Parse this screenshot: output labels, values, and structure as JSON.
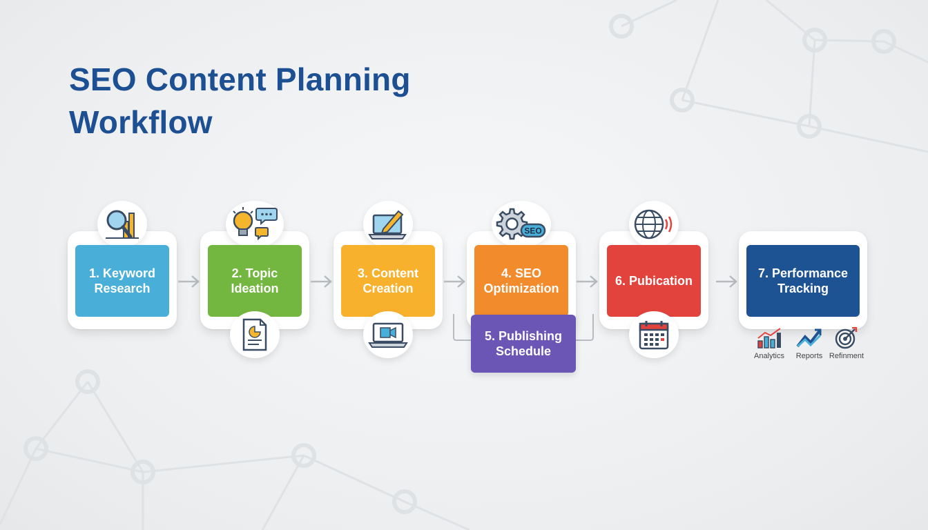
{
  "title": {
    "line1": "SEO Content Planning",
    "line2": "Workflow"
  },
  "steps": [
    {
      "label": "1. Keyword\nResearch",
      "color": "#49afd9",
      "top_icon": "magnifier-chart-icon"
    },
    {
      "label": "2.   Topic\nIdeation",
      "color": "#73b740",
      "top_icon": "lightbulb-chat-icon",
      "bottom_icon": "document-icon"
    },
    {
      "label": "3. Content\nCreation",
      "color": "#f7b12d",
      "top_icon": "laptop-pencil-icon",
      "bottom_icon": "laptop-video-icon"
    },
    {
      "label": "4.     SEO\nOptimization",
      "color": "#f28b2b",
      "top_icon": "gear-seo-icon"
    },
    {
      "label": "5. Publishing\nSchedule",
      "color": "#6b55b5"
    },
    {
      "label": "6. Pubication",
      "color": "#e2433d",
      "top_icon": "globe-icon",
      "bottom_icon": "calendar-icon"
    },
    {
      "label": "7. Performance\nTracking",
      "color": "#1d5393"
    }
  ],
  "tracking_tools": [
    {
      "label": "Analytics",
      "icon": "bar-chart-trend-icon"
    },
    {
      "label": "Reports",
      "icon": "trend-line-icon"
    },
    {
      "label": "Refinment",
      "icon": "target-icon"
    }
  ],
  "colors": {
    "title": "#1d4f93",
    "arrow": "#b8bcc0",
    "network": "#dde0e3"
  }
}
